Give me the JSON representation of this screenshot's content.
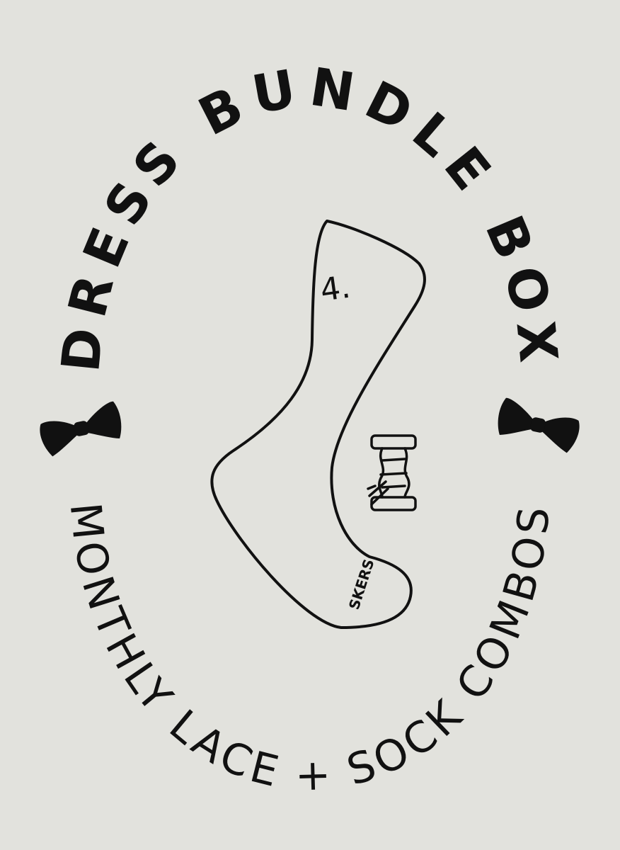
{
  "poster": {
    "title": "DRESS BUNDLE BOX",
    "subtitle": "MONTHLY LACE + SOCK COMBOS",
    "sock_number": "4.",
    "sock_brand_text": "SKERS",
    "icons": [
      "bow-tie-icon",
      "sock-icon",
      "thread-spool-icon"
    ],
    "colors": {
      "background": "#e2e2dd",
      "ink": "#111111"
    }
  }
}
